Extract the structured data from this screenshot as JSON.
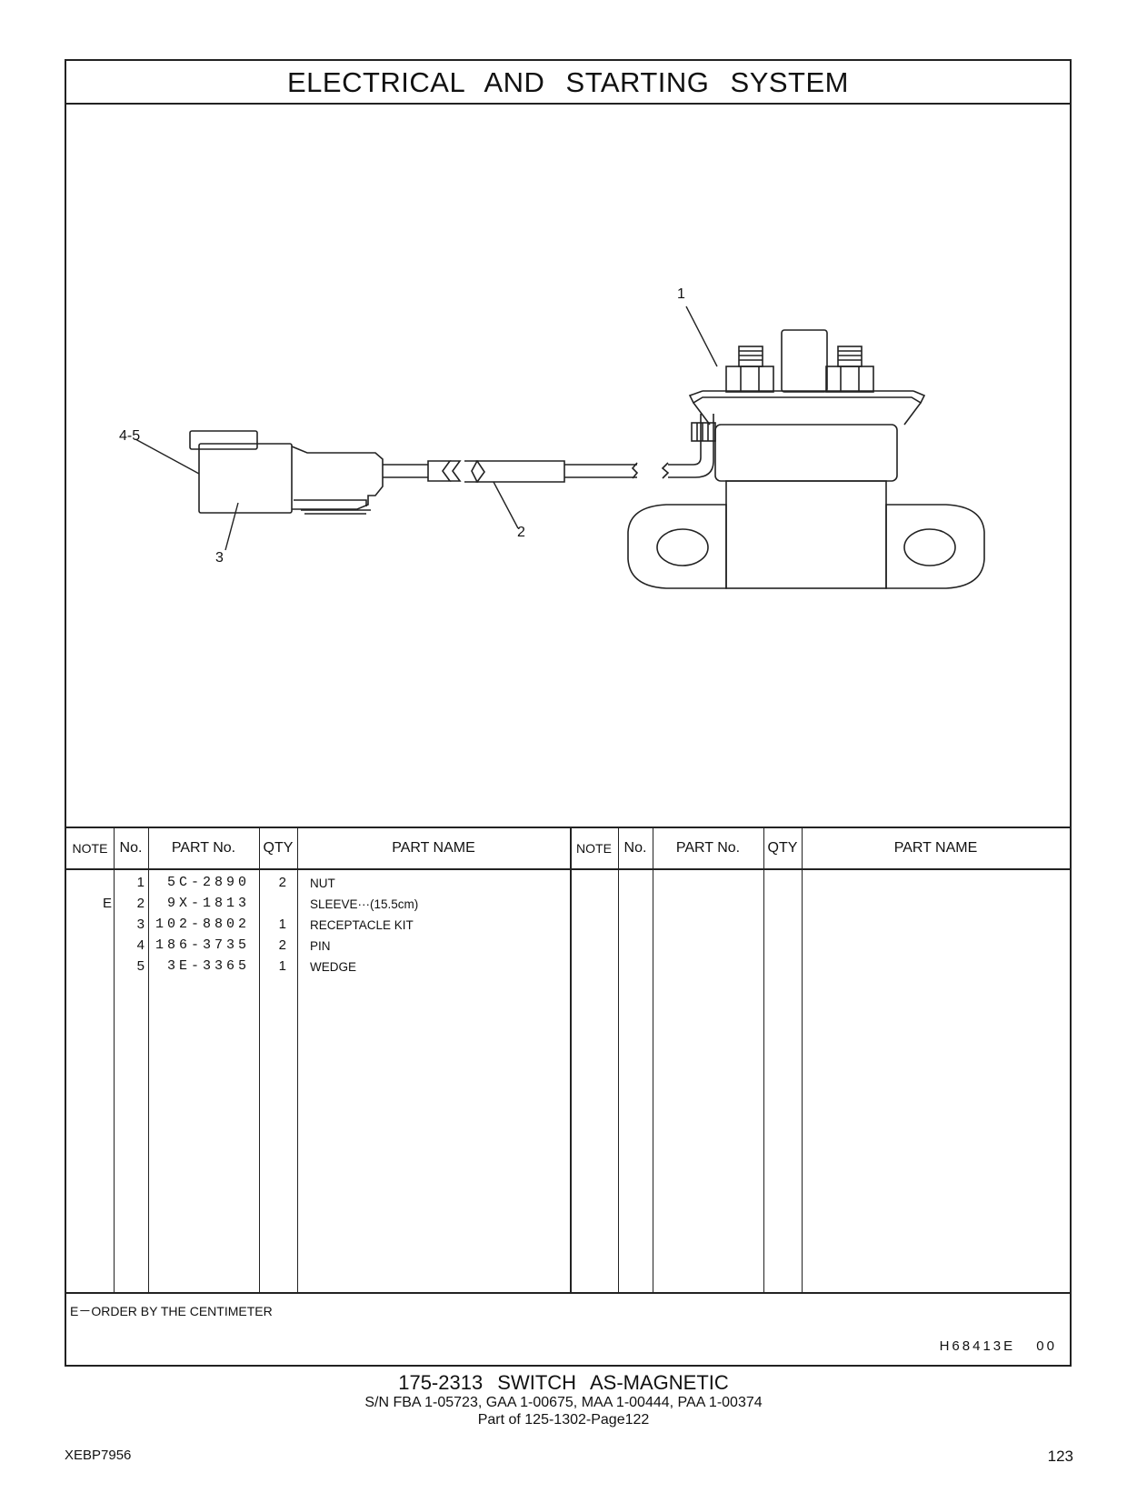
{
  "page": {
    "title": "ELECTRICAL AND STARTING SYSTEM",
    "callouts": {
      "c1": "1",
      "c2": "2",
      "c3": "3",
      "c45": "4-5"
    },
    "table": {
      "headers": {
        "note": "NOTE",
        "no": "No.",
        "part_no": "PART No.",
        "qty": "QTY",
        "part_name": "PART NAME"
      },
      "rows": [
        {
          "note": "",
          "no": "1",
          "part_no": "5C-2890",
          "qty": "2",
          "name": "NUT"
        },
        {
          "note": "E",
          "no": "2",
          "part_no": "9X-1813",
          "qty": "",
          "name": "SLEEVE···(15.5cm)"
        },
        {
          "note": "",
          "no": "3",
          "part_no": "102-8802",
          "qty": "1",
          "name": "RECEPTACLE KIT"
        },
        {
          "note": "",
          "no": "4",
          "part_no": "186-3735",
          "qty": "2",
          "name": "PIN"
        },
        {
          "note": "",
          "no": "5",
          "part_no": "3E-3365",
          "qty": "1",
          "name": "WEDGE"
        }
      ]
    },
    "footnote": "E－ORDER BY THE CENTIMETER",
    "drawing_no": "H68413E 00",
    "caption": {
      "line1": "175-2313 SWITCH AS-MAGNETIC",
      "line2": "S/N FBA 1-05723, GAA 1-00675, MAA 1-00444, PAA 1-00374",
      "line3": "Part of 125-1302-Page122"
    },
    "doc_id": "XEBP7956",
    "page_number": "123"
  }
}
